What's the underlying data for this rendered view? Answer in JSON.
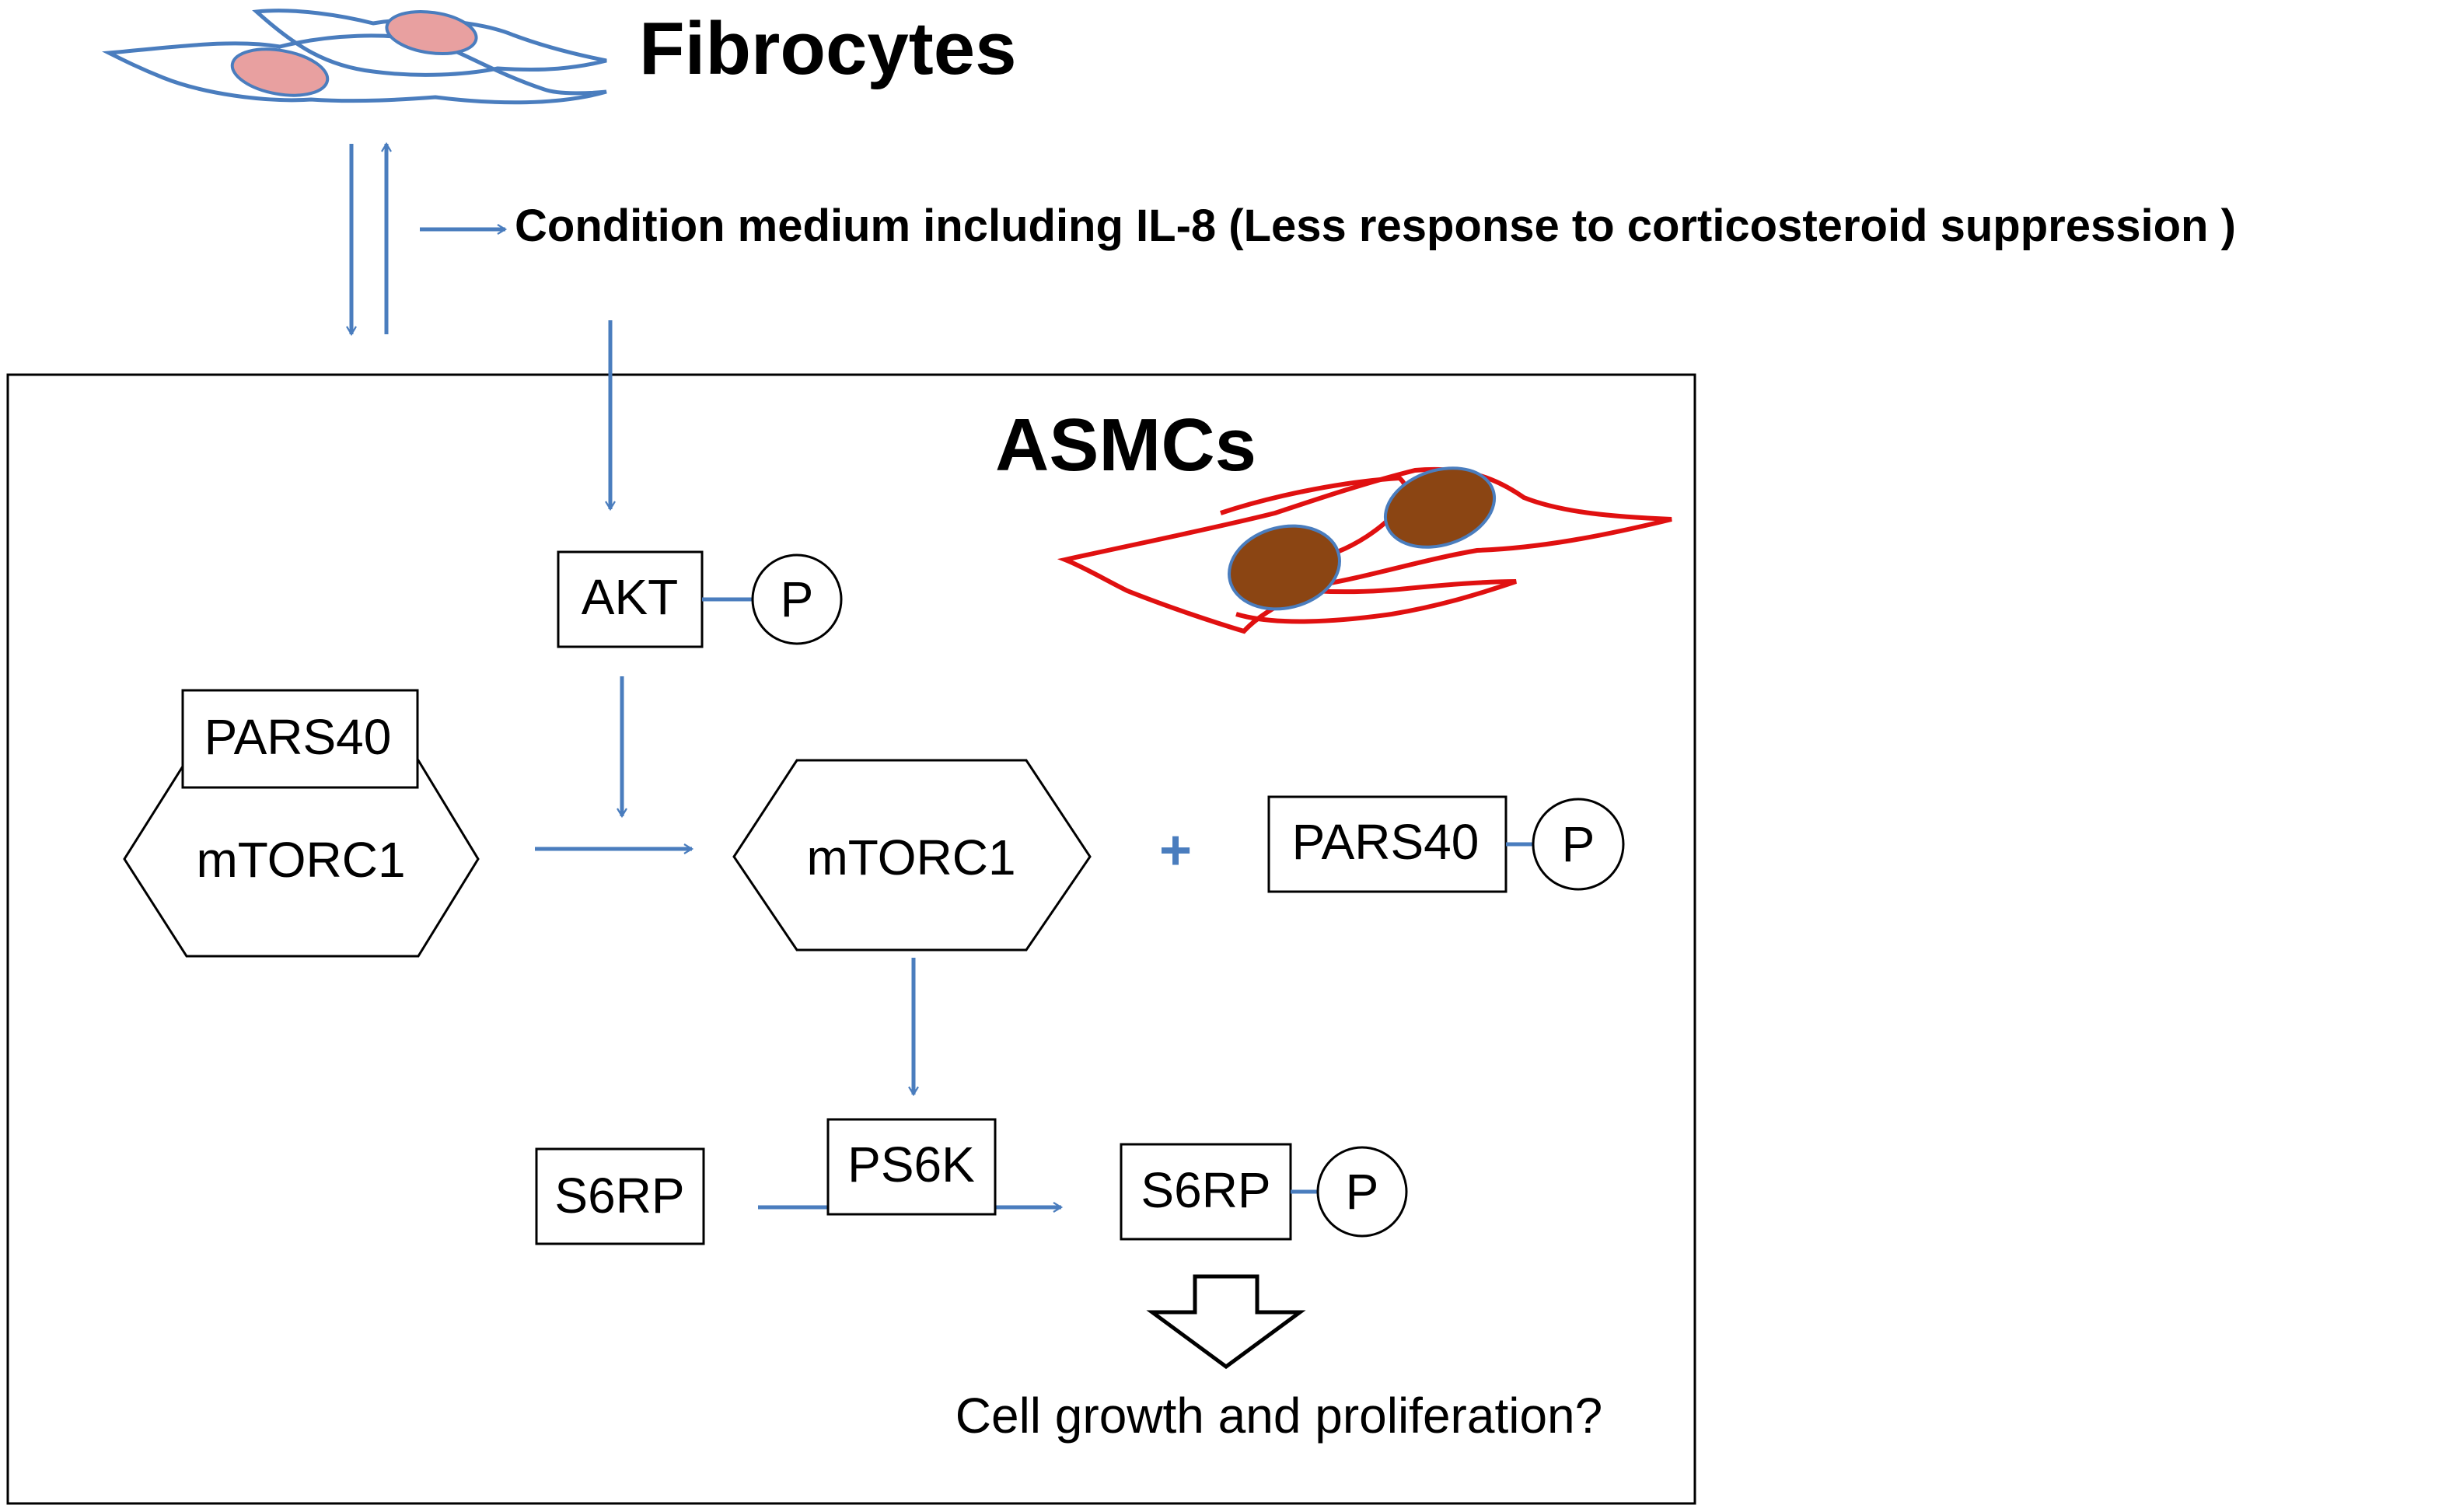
{
  "labels": {
    "fibrocytes": "Fibrocytes",
    "condition": "Condition medium including IL-8 (Less response to corticosteroid suppression )",
    "asmcs": "ASMCs",
    "akt": "AKT",
    "pars40_bound": "PARS40",
    "mtorc1_left": "mTORC1",
    "mtorc1_right": "mTORC1",
    "pars40_free": "PARS40",
    "ps6k": "PS6K",
    "s6rp_left": "S6RP",
    "s6rp_right": "S6RP",
    "phospho": "P",
    "plus": "+",
    "outcome": "Cell growth and proliferation?"
  },
  "colors": {
    "arrow": "#4a7dbe",
    "fibrocyte_membrane": "#4a7dbe",
    "fibrocyte_nucleus": "#e8a0a0",
    "asmc_membrane": "#e01010",
    "asmc_nucleus": "#8b4513"
  },
  "icons": {
    "fibrocyte_cells": "fibroblast-cells-icon",
    "asmc_cells": "smooth-muscle-cells-icon",
    "outcome_arrow": "hollow-down-arrow-icon"
  }
}
